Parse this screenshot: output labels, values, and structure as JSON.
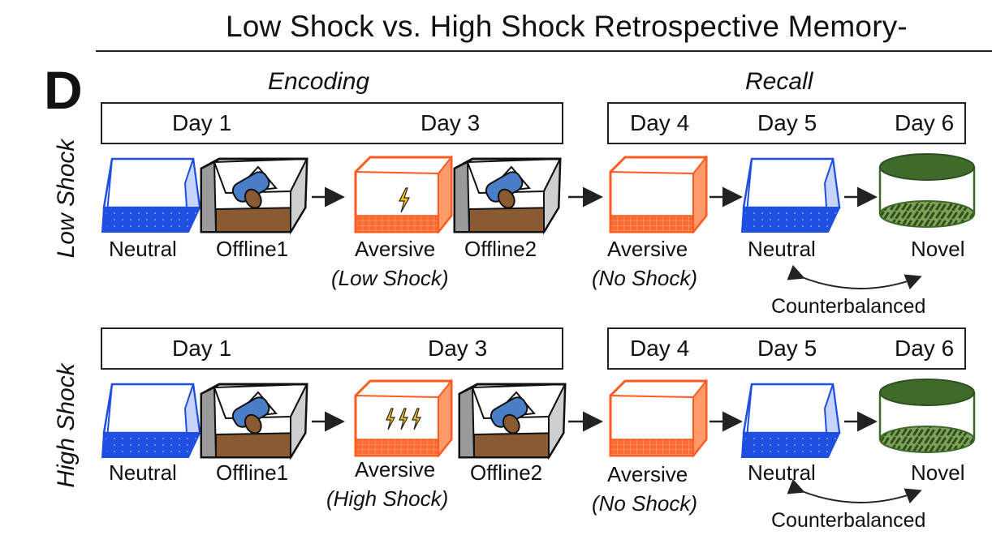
{
  "title": "Low Shock vs. High Shock Retrospective Memory-",
  "panel_letter": "D",
  "phases": {
    "encoding": "Encoding",
    "recall": "Recall"
  },
  "rows": [
    {
      "label": "Low Shock",
      "encoding_days": [
        "Day 1",
        "Day 3"
      ],
      "recall_days": [
        "Day 4",
        "Day 5",
        "Day 6"
      ],
      "stages": [
        {
          "name": "Neutral",
          "sub": ""
        },
        {
          "name": "Offline1",
          "sub": ""
        },
        {
          "name": "Aversive",
          "sub": "(Low Shock)"
        },
        {
          "name": "Offline2",
          "sub": ""
        },
        {
          "name": "Aversive",
          "sub": "(No Shock)"
        },
        {
          "name": "Neutral",
          "sub": ""
        },
        {
          "name": "Novel",
          "sub": ""
        }
      ],
      "counterbalanced": "Counterbalanced",
      "shock_bolts": 1
    },
    {
      "label": "High Shock",
      "encoding_days": [
        "Day 1",
        "Day 3"
      ],
      "recall_days": [
        "Day 4",
        "Day 5",
        "Day 6"
      ],
      "stages": [
        {
          "name": "Neutral",
          "sub": ""
        },
        {
          "name": "Offline1",
          "sub": ""
        },
        {
          "name": "Aversive",
          "sub": "(High Shock)"
        },
        {
          "name": "Offline2",
          "sub": ""
        },
        {
          "name": "Aversive",
          "sub": "(No Shock)"
        },
        {
          "name": "Neutral",
          "sub": ""
        },
        {
          "name": "Novel",
          "sub": ""
        }
      ],
      "counterbalanced": "Counterbalanced",
      "shock_bolts": 3
    }
  ],
  "colors": {
    "neutral": "#1f4fe0",
    "aversive": "#ff5a1f",
    "offline_floor": "#8a5a32",
    "novel": "#3f6b2a",
    "mouse": "#4a7fc8"
  }
}
